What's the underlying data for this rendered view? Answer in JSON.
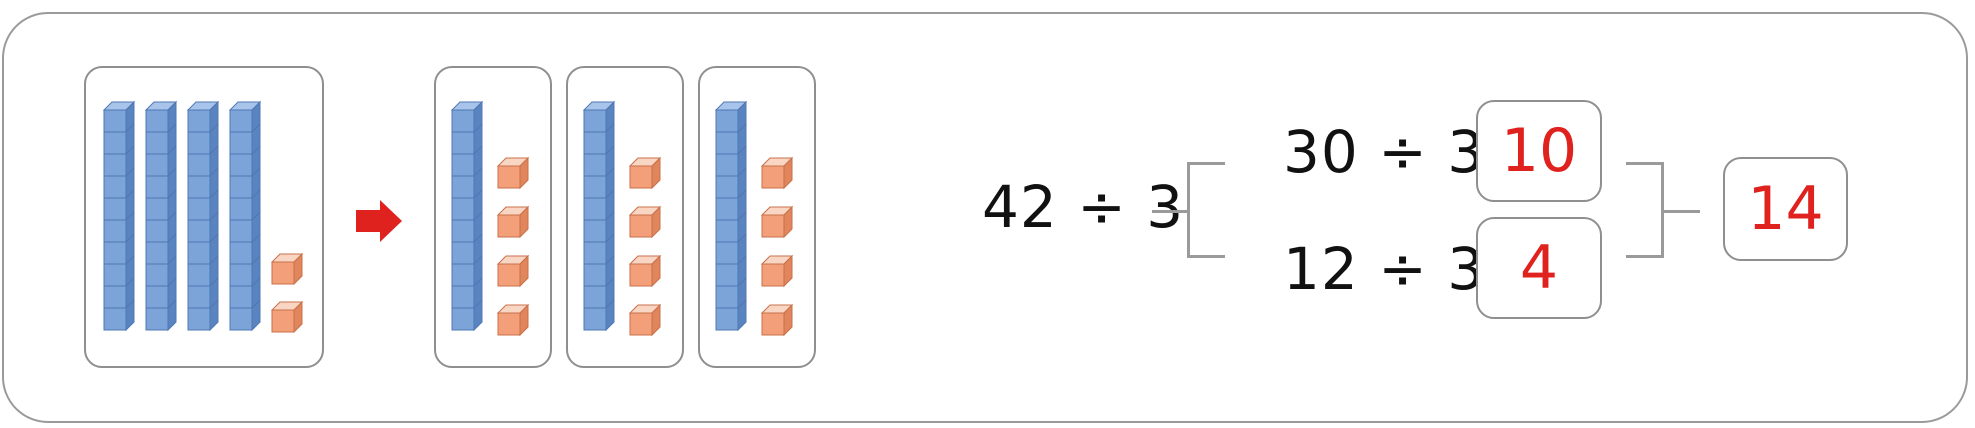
{
  "colors": {
    "rod_front": "#7da4d8",
    "rod_side": "#5a84c0",
    "rod_top": "#a9c4ea",
    "rod_line": "#4f78b3",
    "cube_front": "#f3a07a",
    "cube_side": "#e0855c",
    "cube_top": "#f9d6c4",
    "cube_line": "#c9714b",
    "answer": "#e0221f",
    "arrow": "#e0221f"
  },
  "model": {
    "before": {
      "rods": 4,
      "cubes": 2
    },
    "after_groups": [
      {
        "rods": 1,
        "cubes": 4
      },
      {
        "rods": 1,
        "cubes": 4
      },
      {
        "rods": 1,
        "cubes": 4
      }
    ]
  },
  "equation": {
    "main": "42 ÷ 3",
    "part1": "30 ÷ 3 =",
    "part1_answer": "10",
    "part2": "12 ÷ 3 =",
    "part2_answer": "4",
    "total_answer": "14"
  },
  "icons": {
    "arrow": "right-arrow-icon"
  }
}
